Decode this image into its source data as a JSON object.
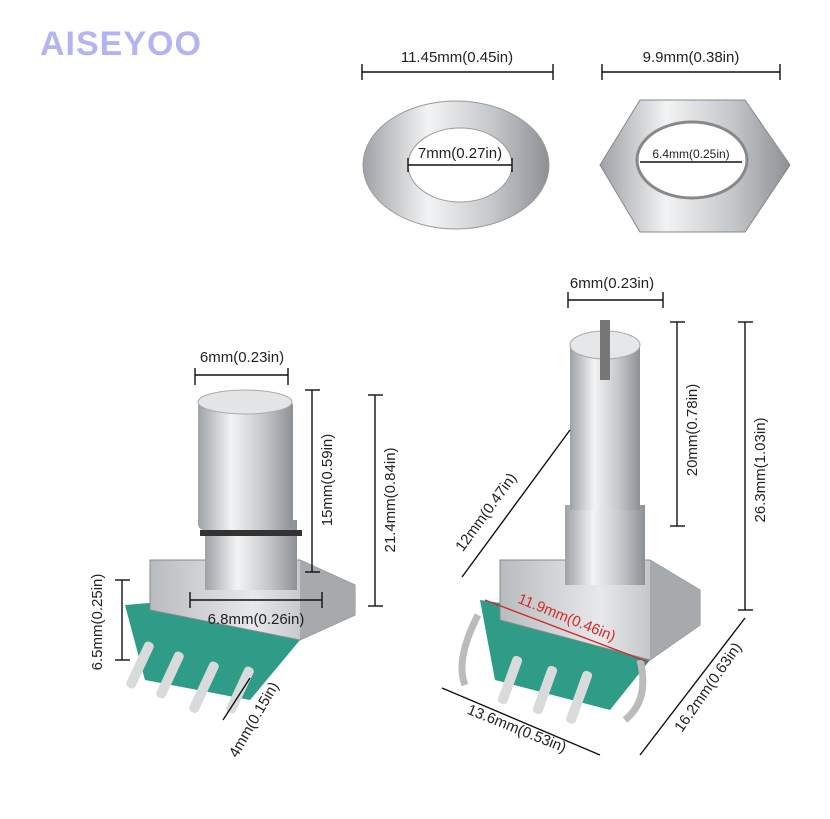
{
  "brand": {
    "logo": "AISEYOO",
    "color": "#b4b4f2"
  },
  "washer": {
    "outer": "11.45mm(0.45in)",
    "inner": "7mm(0.27in)"
  },
  "nut": {
    "outer": "9.9mm(0.38in)",
    "inner": "6.4mm(0.25in)"
  },
  "left_pot": {
    "shaft_width": "6mm(0.23in)",
    "shaft_length": "15mm(0.59in)",
    "total_height": "21.4mm(0.84in)",
    "body_height": "6.5mm(0.25in)",
    "thread_width": "6.8mm(0.26in)",
    "pin_length": "4mm(0.15in)"
  },
  "right_pot": {
    "shaft_width": "6mm(0.23in)",
    "shaft_length": "20mm(0.78in)",
    "total_height": "26.3mm(1.03in)",
    "thread_length": "12mm(0.47in)",
    "body_width": "11.9mm(0.46in)",
    "body_depth": "13.6mm(0.53in)",
    "body_side": "16.2mm(0.63in)"
  },
  "colors": {
    "metal": "#c9cccf",
    "pcb_green": "#2e9c86",
    "highlight": "#d42a2a"
  }
}
